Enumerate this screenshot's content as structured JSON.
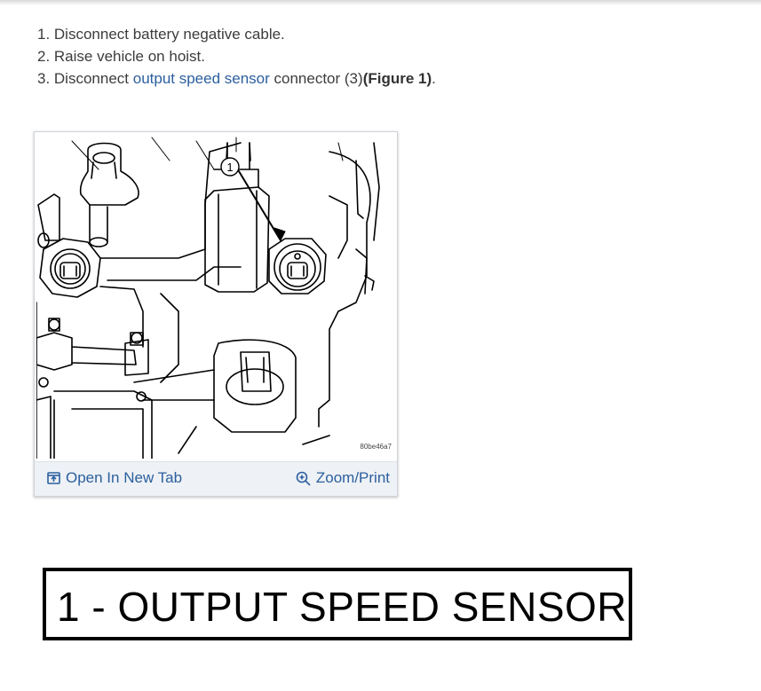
{
  "steps": [
    {
      "text": "1. Disconnect battery negative cable."
    },
    {
      "text": "2. Raise vehicle on hoist."
    },
    {
      "prefix": "3. Disconnect ",
      "link": "output speed sensor",
      "middle": " connector (3)",
      "bold": "(Figure 1)",
      "suffix": "."
    }
  ],
  "figure": {
    "callout_number": "1",
    "image_code": "80be46a7",
    "open_tab_label": "Open In New Tab",
    "zoom_label": "Zoom/Print",
    "colors": {
      "link": "#2b5f9e",
      "bar_background": "#eef1f5"
    }
  },
  "legend": {
    "text": "1 - OUTPUT SPEED SENSOR"
  }
}
